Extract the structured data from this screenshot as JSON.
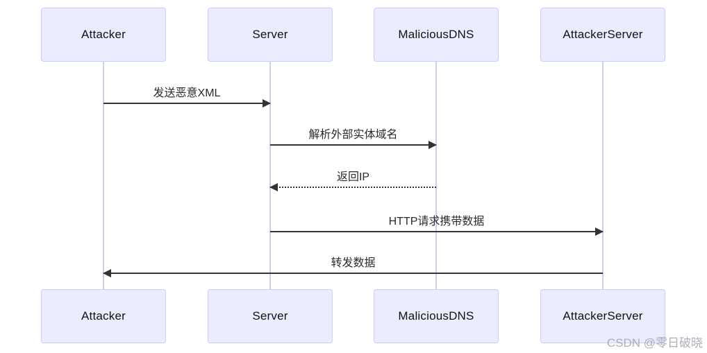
{
  "diagram": {
    "type": "sequence",
    "actors": [
      {
        "id": "attacker",
        "label": "Attacker"
      },
      {
        "id": "server",
        "label": "Server"
      },
      {
        "id": "malicious-dns",
        "label": "MaliciousDNS"
      },
      {
        "id": "attacker-server",
        "label": "AttackerServer"
      }
    ],
    "messages": [
      {
        "from": 0,
        "to": 1,
        "label": "发送恶意XML",
        "line": "solid"
      },
      {
        "from": 1,
        "to": 2,
        "label": "解析外部实体域名",
        "line": "solid"
      },
      {
        "from": 2,
        "to": 1,
        "label": "返回IP",
        "line": "dotted"
      },
      {
        "from": 1,
        "to": 3,
        "label": "HTTP请求携带数据",
        "line": "solid"
      },
      {
        "from": 3,
        "to": 0,
        "label": "转发数据",
        "line": "solid"
      }
    ]
  },
  "watermark": {
    "text": "CSDN @零日破晓"
  },
  "colors": {
    "actor_fill": "#ECECFF",
    "actor_border": "#CCCCFF",
    "lifeline": "#CFCCEC",
    "arrow": "#333333",
    "message_text": "#2a2a2a",
    "watermark_text": "#9494a2"
  }
}
